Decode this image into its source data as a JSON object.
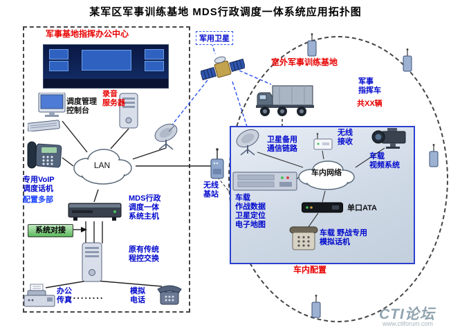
{
  "title": "某军区军事训练基地  MDS行政调度一体系统应用拓扑图",
  "colors": {
    "accent_red": "#e80000",
    "accent_blue": "#0008cc",
    "satellite_link_blue": "#2b50ee",
    "dock_green": "#5cb85c",
    "vehicle_box_border": "#2b3fd0"
  },
  "command_center": {
    "title": "军事基地指挥办公中心",
    "console": "调度管理\n控制台",
    "recorder": "录音\n服务器",
    "lan": "LAN",
    "voip": "专用VoIP\n调度话机",
    "voip_note": "配置多部",
    "mds": "MDS行政\n调度一体\n系统主机",
    "dock": "系统对接",
    "pbx": "原有传统\n程控交换",
    "fax": "办公\n传真",
    "dots": ".........",
    "analog": "模拟\n电话"
  },
  "uplink": {
    "satellite": "军用卫星",
    "base_station": "无线\n基站"
  },
  "training_base": {
    "title": "室外军事训练基地",
    "truck": "军事\n指挥车",
    "truck_count": "共XX辆",
    "config": "车内配置",
    "vehicle": {
      "satlink": "卫星备用\n通信链路",
      "wireless": "无线\n接收",
      "video": "车载\n视频系统",
      "network": "车内网络",
      "data": "车载\n作战数据\n卫星定位\n电子地图",
      "ata": "单口ATA",
      "phone": "车载  野战专用\n模拟话机"
    }
  },
  "watermark": {
    "logo": "CTI论坛",
    "url": "www.ctiforum.com"
  }
}
